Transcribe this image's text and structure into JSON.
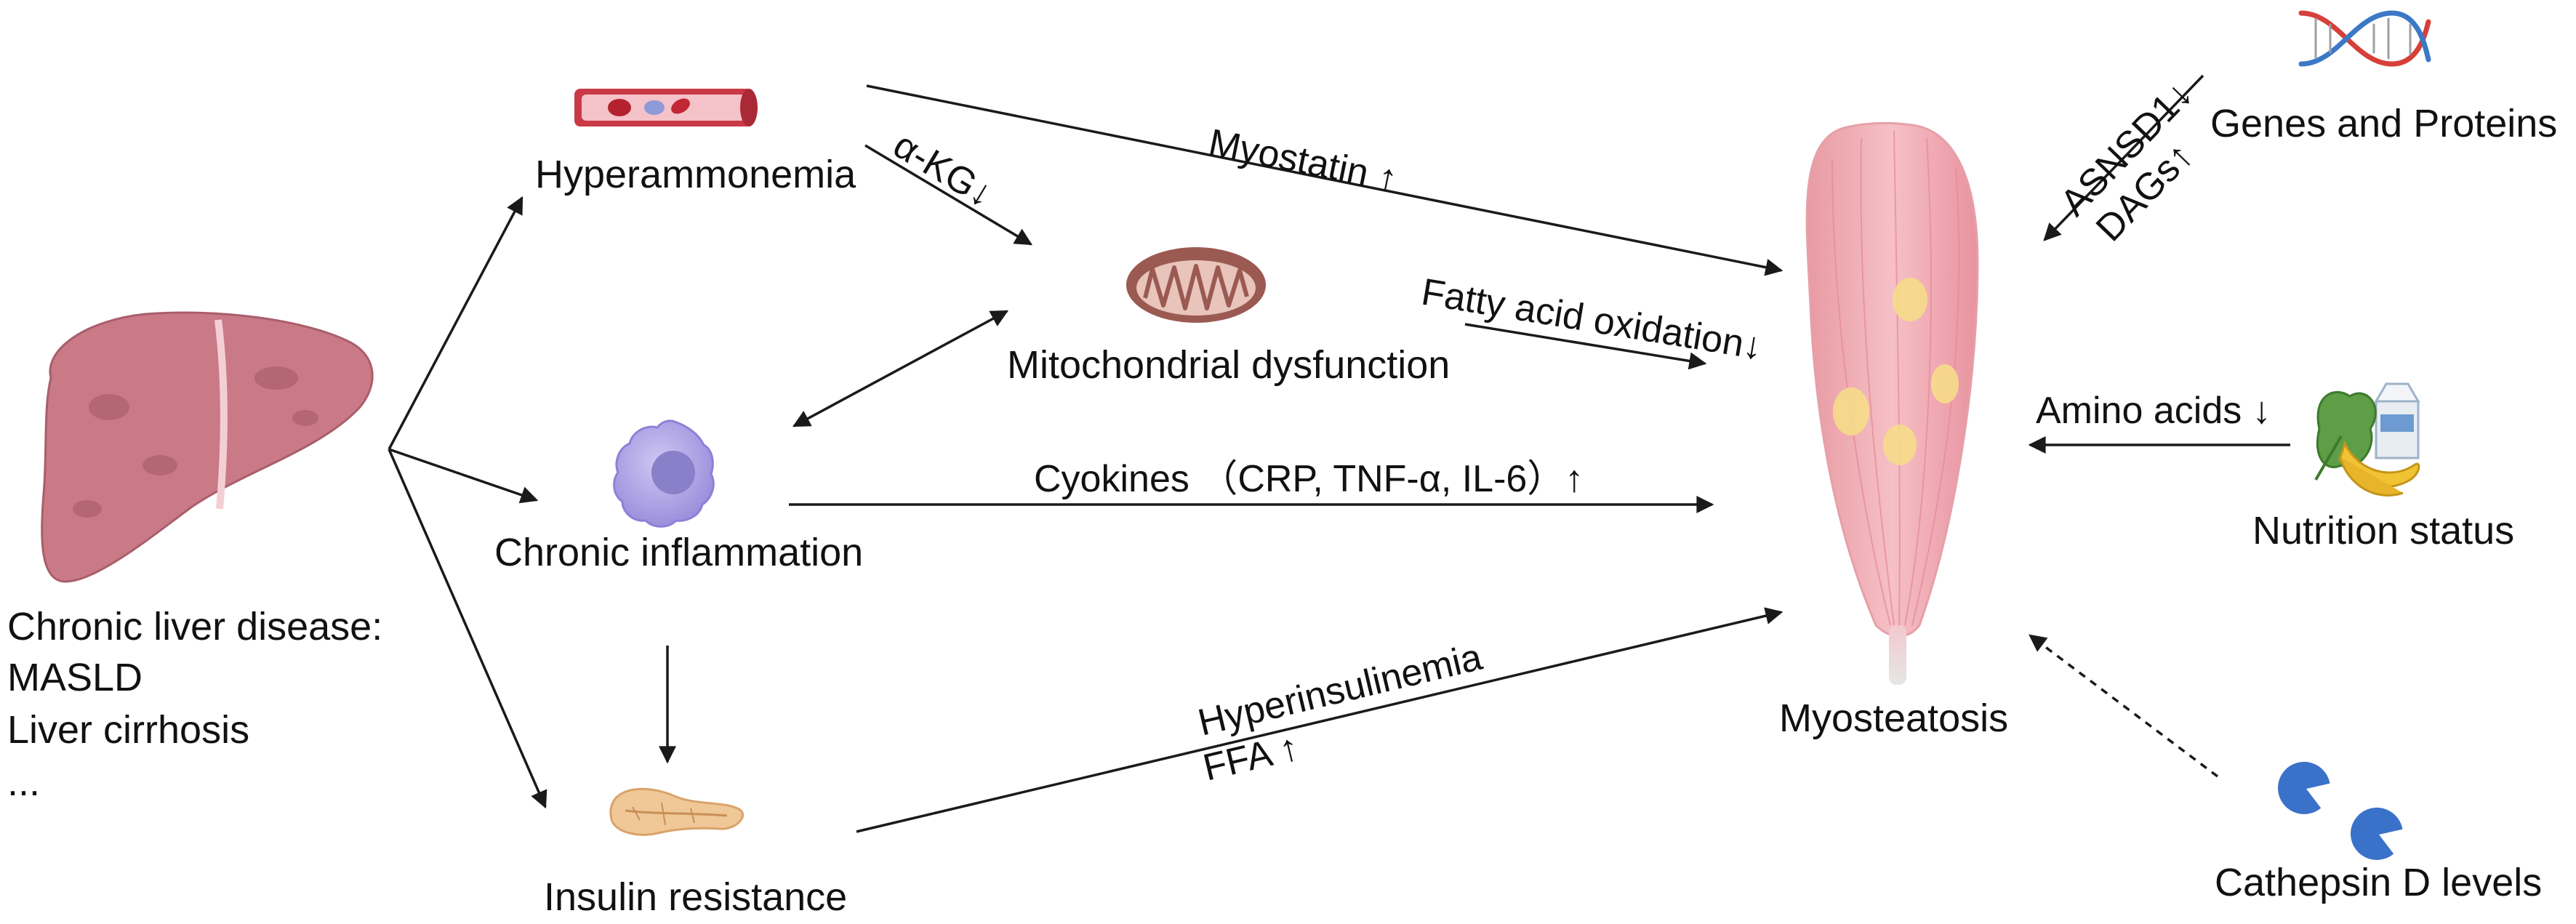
{
  "diagram": {
    "nodes": {
      "liver": {
        "lines": [
          "Chronic liver disease:",
          "MASLD",
          "Liver cirrhosis",
          "..."
        ],
        "icon": "liver-icon"
      },
      "hyperammonemia": {
        "label": "Hyperammonemia",
        "icon": "blood-vessel-icon"
      },
      "mitochondria": {
        "label": "Mitochondrial dysfunction",
        "icon": "mitochondrion-icon"
      },
      "inflammation": {
        "label": "Chronic inflammation",
        "icon": "immune-cell-icon"
      },
      "insulin": {
        "label": "Insulin resistance",
        "icon": "pancreas-icon"
      },
      "myosteatosis": {
        "label": "Myosteatosis",
        "icon": "muscle-icon"
      },
      "genes": {
        "label": "Genes and Proteins",
        "icon": "dna-icon"
      },
      "nutrition": {
        "label": "Nutrition status",
        "icon": "food-icon"
      },
      "cathepsin": {
        "label": "Cathepsin D levels",
        "icon": "pacman-enzyme-icon"
      }
    },
    "edges": {
      "myostatin": "Myostatin ↑",
      "akg": "α-KG↓",
      "fatty_acid": "Fatty acid oxidation↓",
      "cyokines": "Cyokines （CRP, TNF-α, IL-6）↑",
      "hyperinsulinemia": "Hyperinsulinemia",
      "ffa": "FFA ↑",
      "asnsd1": "ASNSD1↓",
      "dags": "DAGs↑",
      "amino_acids": "Amino acids ↓"
    },
    "colors": {
      "arrow": "#1a1a1a",
      "liver": "#c97a86",
      "muscle": "#f2b3ba",
      "fat_droplet": "#f6dc8a",
      "mitochondrion": "#9a5a52",
      "immune_cell": "#a79be0",
      "pancreas": "#f0c796",
      "vessel": "#c93a46",
      "dna_red": "#d6403a",
      "dna_blue": "#3b79c7",
      "cathepsin": "#3a71c9"
    }
  }
}
